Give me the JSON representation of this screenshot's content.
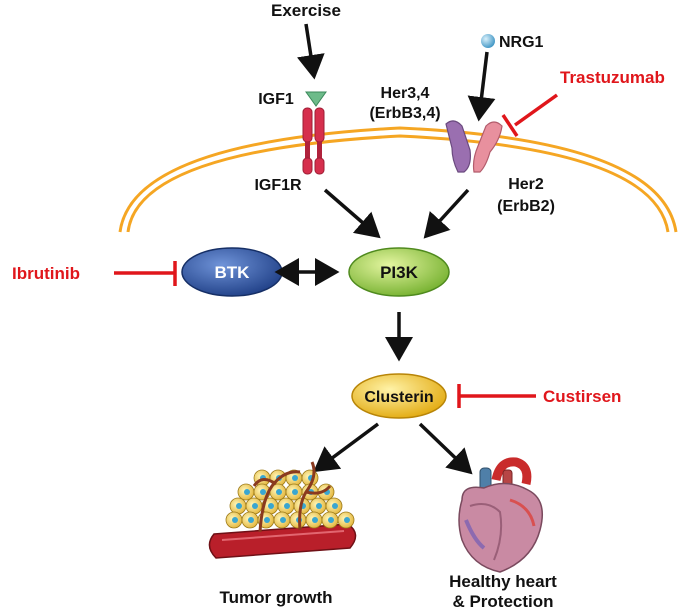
{
  "labels": {
    "exercise": "Exercise",
    "nrg1": "NRG1",
    "igf1": "IGF1",
    "igf1r": "IGF1R",
    "her34_line1": "Her3,4",
    "her34_line2": "(ErbB3,4)",
    "her2_line1": "Her2",
    "her2_line2": "(ErbB2)",
    "btk": "BTK",
    "pi3k": "PI3K",
    "clusterin": "Clusterin",
    "tumor": "Tumor growth",
    "heart_line1": "Healthy heart",
    "heart_line2": "& Protection"
  },
  "drugs": {
    "trastuzumab": "Trastuzumab",
    "ibrutinib": "Ibrutinib",
    "custirsen": "Custirsen"
  },
  "colors": {
    "inhibitor": "#e0161b",
    "membrane": "#f5a623",
    "btk": "#2e56a6",
    "pi3k": "#8cc43f",
    "clusterin": "#f2c21c",
    "igf1r": "#d62f4d",
    "her34": "#9a6fb0",
    "her2": "#e8909e",
    "nrg1": "#5aaed6",
    "igf1": "#6dbb8a"
  }
}
